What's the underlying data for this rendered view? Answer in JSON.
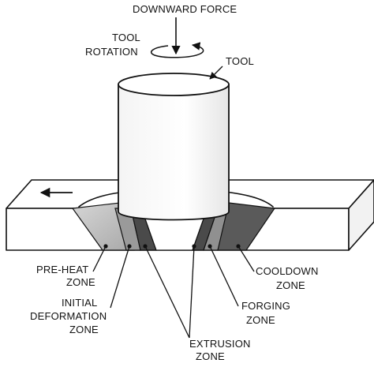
{
  "labels": {
    "downward_force": "DOWNWARD FORCE",
    "tool_rotation_line1": "TOOL",
    "tool_rotation_line2": "ROTATION",
    "tool": "TOOL",
    "preheat_line1": "PRE-HEAT",
    "preheat_line2": "ZONE",
    "initial_line1": "INITIAL",
    "initial_line2": "DEFORMATION",
    "initial_line3": "ZONE",
    "extrusion_line1": "EXTRUSION",
    "extrusion_line2": "ZONE",
    "forging_line1": "FORGING",
    "forging_line2": "ZONE",
    "cooldown_line1": "COOLDOWN",
    "cooldown_line2": "ZONE"
  },
  "colors": {
    "outline": "#111111",
    "plate": "#ffffff",
    "preheat_fill": "#c8c8c8",
    "initial_fill": "#9a9a9a",
    "extrusion_fill": "#4a4a4a",
    "forging_fill": "#909090",
    "cooldown_fill": "#5a5a5a"
  }
}
